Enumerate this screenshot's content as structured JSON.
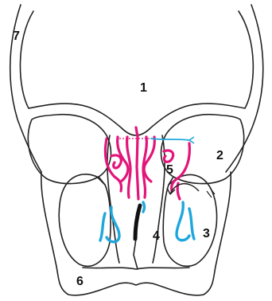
{
  "figure": {
    "labels": {
      "l1": "1",
      "l2": "2",
      "l3": "3",
      "l4": "4",
      "l5": "5",
      "l6": "6",
      "l7": "7"
    },
    "colors": {
      "outline": "#222222",
      "pink": "#e2157a",
      "blue": "#1fa7dc",
      "septum": "#111111",
      "background": "#ffffff"
    }
  }
}
